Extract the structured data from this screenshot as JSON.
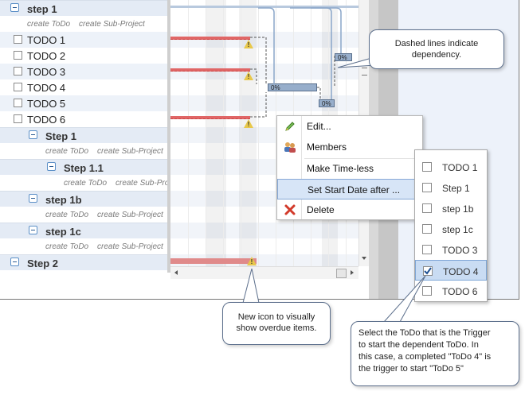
{
  "tree": {
    "rows": [
      {
        "type": "group",
        "label": "step 1"
      },
      {
        "type": "links",
        "create_todo": "create ToDo",
        "create_sub": "create Sub-Project"
      },
      {
        "type": "todo",
        "label": "TODO 1"
      },
      {
        "type": "todo",
        "label": "TODO 2"
      },
      {
        "type": "todo",
        "label": "TODO 3"
      },
      {
        "type": "todo",
        "label": "TODO 4"
      },
      {
        "type": "todo",
        "label": "TODO 5"
      },
      {
        "type": "todo",
        "label": "TODO 6"
      },
      {
        "type": "group",
        "label": "Step 1"
      },
      {
        "type": "links",
        "create_todo": "create ToDo",
        "create_sub": "create Sub-Project"
      },
      {
        "type": "group",
        "label": "Step 1.1"
      },
      {
        "type": "links",
        "create_todo": "create ToDo",
        "create_sub": "create Sub-Proje"
      },
      {
        "type": "group",
        "label": "step 1b"
      },
      {
        "type": "links",
        "create_todo": "create ToDo",
        "create_sub": "create Sub-Project"
      },
      {
        "type": "group",
        "label": "step 1c"
      },
      {
        "type": "links",
        "create_todo": "create ToDo",
        "create_sub": "create Sub-Project"
      },
      {
        "type": "group",
        "label": "Step 2"
      }
    ]
  },
  "gantt": {
    "bars": [
      {
        "name": "todo-2-bar",
        "label": "0%"
      },
      {
        "name": "todo-4-bar",
        "label": "0%"
      },
      {
        "name": "todo-5-bar",
        "label": "0%"
      }
    ],
    "warn_glyph": "!"
  },
  "context_menu": {
    "items": [
      {
        "label": "Edit...",
        "icon": "pencil-icon"
      },
      {
        "label": "Members",
        "icon": "users-icon"
      },
      {
        "label": "Make Time-less",
        "icon": ""
      },
      {
        "label": "Set Start Date after ...",
        "icon": ""
      },
      {
        "label": "Delete",
        "icon": "delete-x-icon"
      }
    ]
  },
  "todo_list": {
    "items": [
      {
        "label": "TODO 1",
        "checked": false
      },
      {
        "label": "Step 1",
        "checked": false
      },
      {
        "label": "step 1b",
        "checked": false
      },
      {
        "label": "step 1c",
        "checked": false
      },
      {
        "label": "TODO 3",
        "checked": false
      },
      {
        "label": "TODO 4",
        "checked": true
      },
      {
        "label": "TODO 6",
        "checked": false
      }
    ]
  },
  "callouts": {
    "dependency": {
      "line1": "Dashed lines indicate",
      "line2": "dependency."
    },
    "overdue": {
      "line1": "New icon to visually",
      "line2": "show overdue items."
    },
    "trigger": {
      "line1": "Select the ToDo that is the Trigger",
      "line2": "to start the dependent ToDo.  In",
      "line3": "this case, a completed \"ToDo 4\" is",
      "line4": "the trigger to start \"ToDo 5\""
    }
  },
  "colors": {
    "accent": "#5b8fc7",
    "overdue": "#e06666",
    "warning": "#e8c84a"
  }
}
